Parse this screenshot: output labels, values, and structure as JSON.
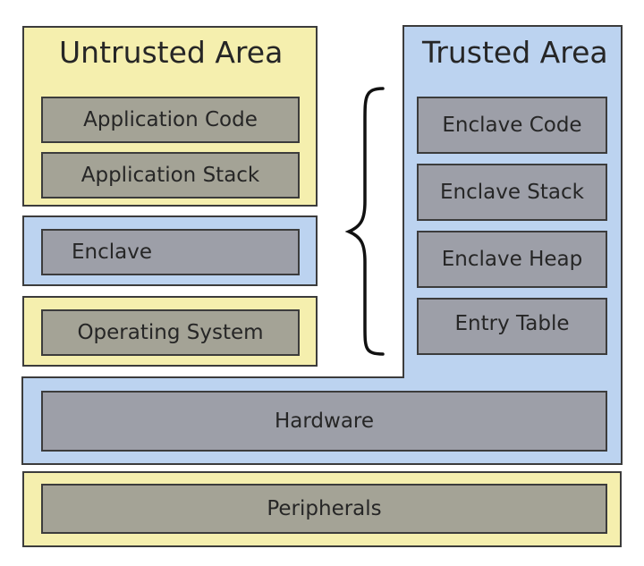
{
  "untrusted_area": {
    "title": "Untrusted Area",
    "items": [
      "Application Code",
      "Application Stack"
    ]
  },
  "enclave": {
    "label": "Enclave"
  },
  "operating_system": {
    "label": "Operating System"
  },
  "trusted_area": {
    "title": "Trusted Area",
    "items": [
      "Enclave Code",
      "Enclave Stack",
      "Enclave Heap",
      "Entry Table"
    ]
  },
  "hardware": {
    "label": "Hardware"
  },
  "peripherals": {
    "label": "Peripherals"
  },
  "colors": {
    "untrusted_fill": "#f5efae",
    "trusted_fill": "#bcd3f0",
    "untrusted_block_fill": "#a4a396",
    "trusted_block_fill": "#9d9fa8",
    "border": "#3c3c3c"
  }
}
